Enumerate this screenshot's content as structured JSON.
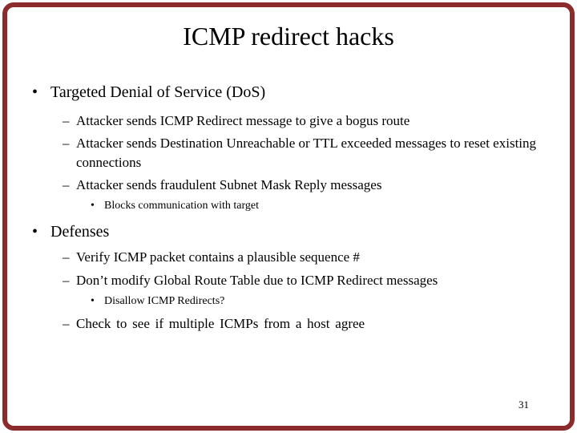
{
  "colors": {
    "background": "#ffffff",
    "border_frame": "#8b2b2b",
    "text": "#000000"
  },
  "slide": {
    "title": "ICMP redirect hacks",
    "page_number": "31",
    "markers": {
      "level1": "•",
      "level2": "–",
      "level3": "•"
    },
    "items": [
      {
        "level": 1,
        "text": "Targeted Denial of Service (DoS)"
      },
      {
        "level": 2,
        "text": "Attacker sends ICMP Redirect message to give a bogus route"
      },
      {
        "level": 2,
        "text": "Attacker sends Destination Unreachable or TTL exceeded messages to reset existing connections"
      },
      {
        "level": 2,
        "text": "Attacker sends fraudulent Subnet Mask Reply messages"
      },
      {
        "level": 3,
        "text": "Blocks communication with target"
      },
      {
        "level": 1,
        "text": "Defenses"
      },
      {
        "level": 2,
        "text": "Verify ICMP packet contains a plausible sequence #"
      },
      {
        "level": 2,
        "text": "Don’t modify Global Route Table due to ICMP Redirect messages"
      },
      {
        "level": 3,
        "text": "Disallow ICMP Redirects?"
      },
      {
        "level": 2,
        "text": "Check to see if multiple ICMPs from a host agree"
      }
    ]
  }
}
